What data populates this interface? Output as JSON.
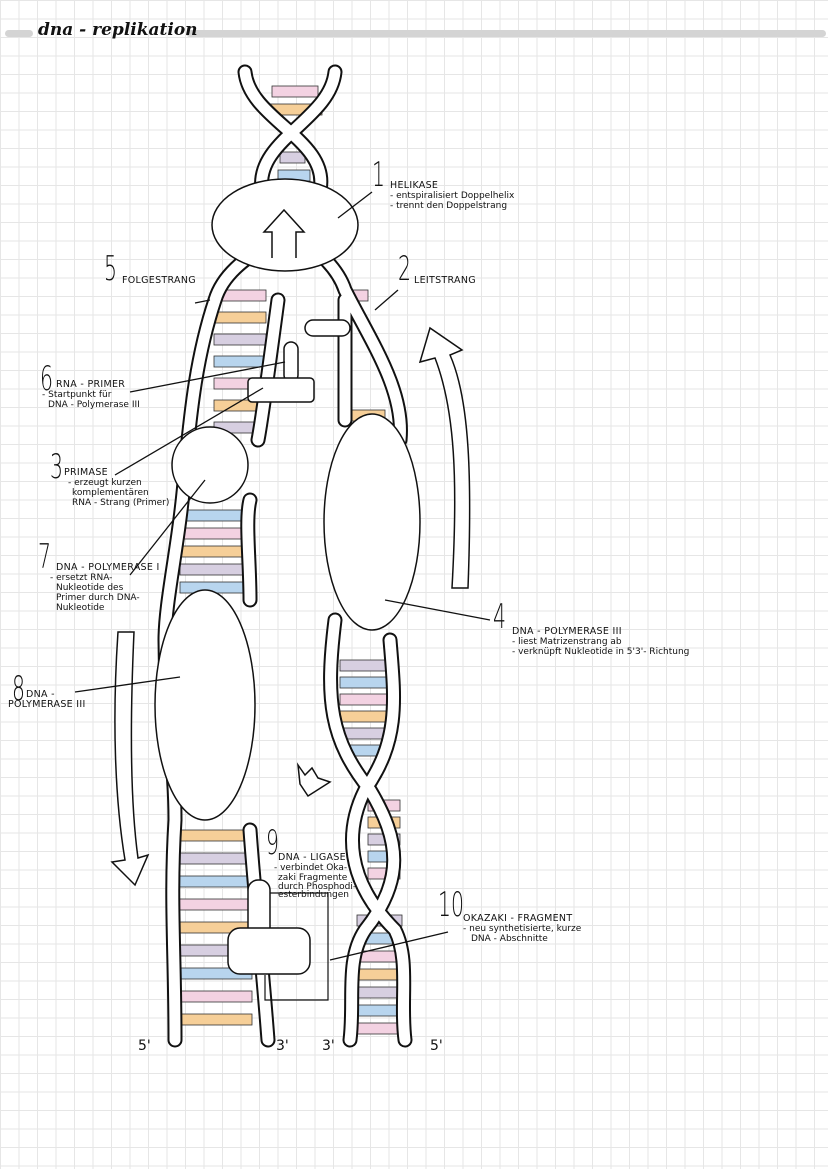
{
  "header": {
    "title": "dna - replikation"
  },
  "labels": [
    {
      "num": "1",
      "title": "HELIKASE",
      "lines": [
        "- entspiralisiert Doppelhelix",
        "- trennt den Doppelstrang"
      ]
    },
    {
      "num": "2",
      "title": "LEITSTRANG",
      "lines": []
    },
    {
      "num": "3",
      "title": "PRIMASE",
      "lines": [
        "- erzeugt kurzen",
        "komplementären",
        "RNA - Strang (Primer)"
      ]
    },
    {
      "num": "4",
      "title": "DNA - POLYMERASE III",
      "lines": [
        "- liest Matrizenstrang ab",
        "- verknüpft Nukleotide in 5'3'- Richtung"
      ]
    },
    {
      "num": "5",
      "title": "FOLGESTRANG",
      "lines": []
    },
    {
      "num": "6",
      "title": "RNA - PRIMER",
      "lines": [
        "- Startpunkt für",
        "DNA - Polymerase III"
      ]
    },
    {
      "num": "7",
      "title": "DNA - POLYMERASE I",
      "lines": [
        "- ersetzt RNA-",
        "Nukleotide des",
        "Primer durch DNA-",
        "Nukleotide"
      ]
    },
    {
      "num": "8",
      "title": "DNA -",
      "lines": [
        "POLYMERASE III"
      ]
    },
    {
      "num": "9",
      "title": "DNA - LIGASE",
      "lines": [
        "- verbindet Oka-",
        "zaki Fragmente",
        "durch Phosphodi-",
        "esterbindungen"
      ]
    },
    {
      "num": "10",
      "title": "OKAZAKI - FRAGMENT",
      "lines": [
        "- neu synthetisierte, kurze",
        "DNA - Abschnitte"
      ]
    }
  ],
  "ends": [
    "5'",
    "3'",
    "3'",
    "5'"
  ],
  "colors": {
    "pink": "#f3d2e2",
    "blue": "#b8d5ee",
    "orange": "#f6cf98",
    "lavender": "#d7cfe1"
  }
}
